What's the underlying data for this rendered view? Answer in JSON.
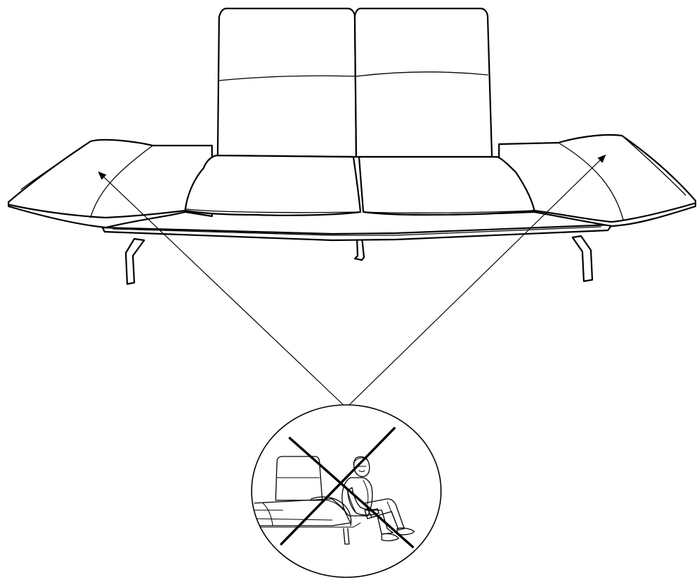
{
  "diagram": {
    "type": "assembly-instruction",
    "colors": {
      "ink": "#000000",
      "background": "#ffffff"
    },
    "callout_arrows": [
      {
        "target": "left-armrest"
      },
      {
        "target": "right-armrest"
      }
    ],
    "inset": {
      "content": "person-sitting-on-armrest",
      "marking": "prohibited-cross"
    }
  }
}
